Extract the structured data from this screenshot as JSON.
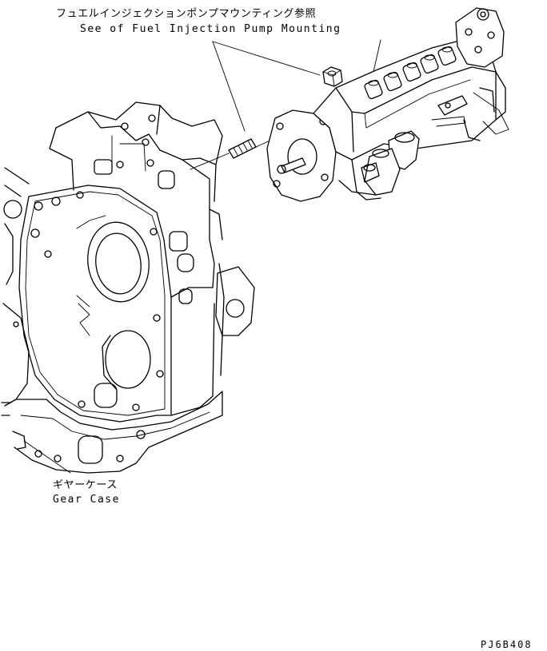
{
  "callouts": {
    "pump_mounting_ja": "フュエルインジェクションポンプマウンティング参照",
    "pump_mounting_en": "See of Fuel Injection Pump Mounting",
    "gear_case_ja": "ギヤーケース",
    "gear_case_en": "Gear Case"
  },
  "drawing_code": "PJ6B408",
  "parts": [
    {
      "name": "gear-case"
    },
    {
      "name": "fuel-injection-pump"
    },
    {
      "name": "stud-bolt"
    },
    {
      "name": "nut"
    }
  ]
}
